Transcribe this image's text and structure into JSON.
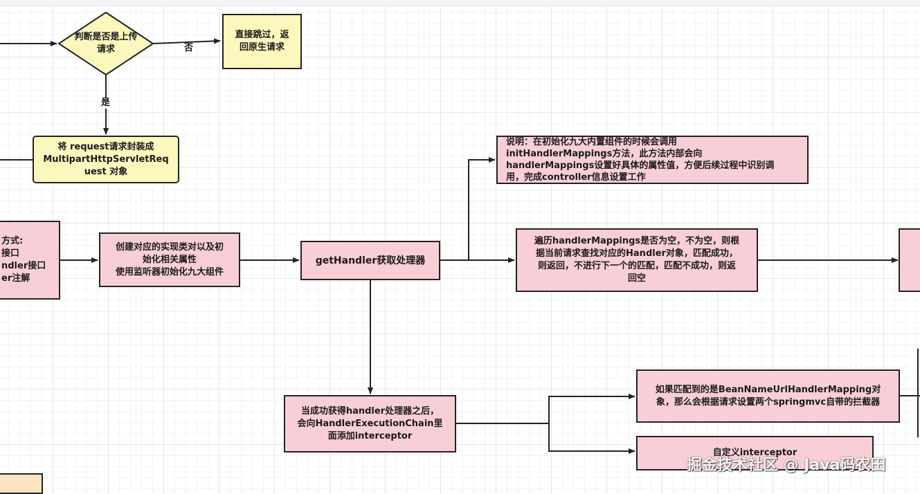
{
  "flowchart": {
    "decision_upload": "判断是否是上传\n请求",
    "edge_no": "否",
    "edge_yes": "是",
    "skip_box": "直接跳过，返\n回原生请求",
    "wrap_box": "将 request请求封装成\nMultipartHttpServletReq\nuest 对象",
    "left_partial_box": "方式:\n接口\nndler接口\ner注解",
    "create_impl_box": "创建对应的实现类对以及初\n始化相关属性\n使用监听器初始化九大组件",
    "get_handler_box": "getHandler获取处理器",
    "note_box": "说明：在初始化九大内置组件的时候会调用\ninitHandlerMappings方法，此方法内部会向\nhandlerMappings设置好具体的属性值，方便后续过程中识别调\n用，完成controller信息设置工作",
    "traverse_box": "遍历handlerMappings是否为空，不为空，则根\n据当前请求查找对应的Handler对象，匹配成功，\n则返回，不进行下一个的匹配，匹配不成功，则返\n回空",
    "after_handler_box": "当成功获得handler处理器之后，\n会向HandlerExecutionChain里\n面添加interceptor",
    "bean_name_box": "如果匹配到的是BeanNameUrlHandlerMapping对\n象，那么会根据请求设置两个springmvc自带的拦截器",
    "custom_interceptor_box": "自定义interceptor"
  },
  "watermark": "掘金技术社区 @ Java码农田",
  "colors": {
    "yellow_fill": "#fcf7bd",
    "pink_fill": "#f9cfd7",
    "stroke": "#222222",
    "orange_fill": "#fde3c2"
  }
}
